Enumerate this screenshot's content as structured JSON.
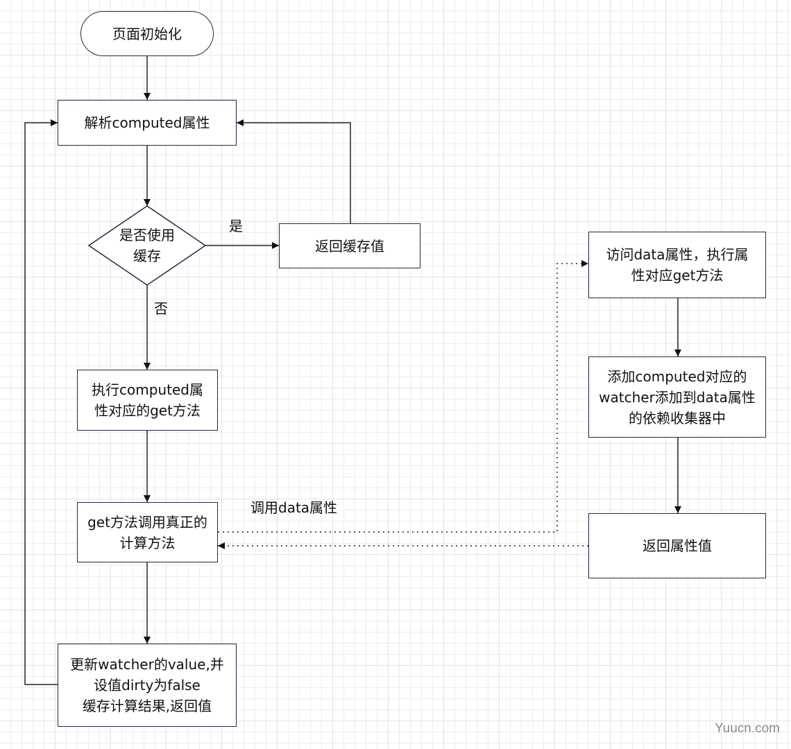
{
  "nodes": {
    "start": "页面初始化",
    "parse": "解析computed属性",
    "use_cache": "是否使用\n缓存",
    "return_cache": "返回缓存值",
    "exec_get": "执行computed属\n性对应的get方法",
    "call_compute": "get方法调用真正的\n计算方法",
    "update": "更新watcher的value,并\n设值dirty为false\n缓存计算结果,返回值",
    "access_data": "访问data属性，执行属\n性对应get方法",
    "add_watcher": "添加computed对应的\nwatcher添加到data属性\n的依赖收集器中",
    "return_value": "返回属性值"
  },
  "edge_labels": {
    "yes": "是",
    "no": "否",
    "call_data": "调用data属性"
  },
  "watermark": "Yuucn.com",
  "colors": {
    "stroke": "#1f2a44",
    "line": "#333333",
    "grid": "#e3e3e3"
  }
}
